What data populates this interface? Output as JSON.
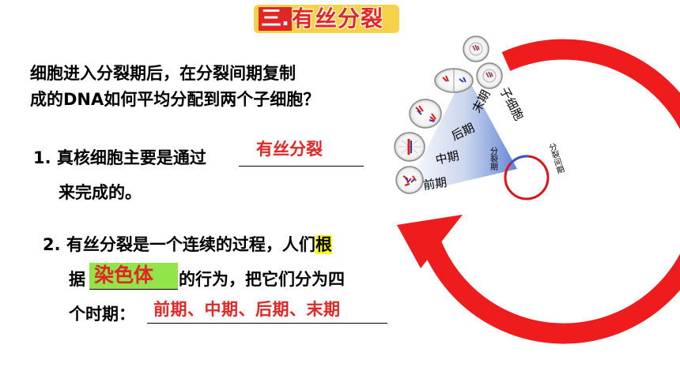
{
  "title": {
    "number": "三.",
    "text": "有丝分裂"
  },
  "question": {
    "line1": "细胞进入分裂期后，在分裂间期复制",
    "line2": "成的DNA如何平均分配到两个子细胞？"
  },
  "item1": {
    "prefix": "1.  真核细胞主要是通过",
    "answer": "有丝分裂",
    "suffix": "来完成的。"
  },
  "item2": {
    "line1_text": "2.  有丝分裂是一个连续的过程，人们",
    "line1_highlight": "根",
    "line2_start": "据",
    "answer1": "染色体",
    "line2_end": "的行为，把它们分为四",
    "line3_prefix": "个时期：",
    "answer2": "前期、中期、后期、末期"
  },
  "diagram": {
    "colors": {
      "arrow": "#ee1c1c",
      "interphase_ring": "#d9141b",
      "wedge_blue": "#4a6fd0"
    },
    "phases": [
      "末期",
      "后期",
      "中期",
      "前期"
    ],
    "daughter_cells": "子细胞",
    "division_phase": "分裂期",
    "interphase": "分裂间期"
  }
}
